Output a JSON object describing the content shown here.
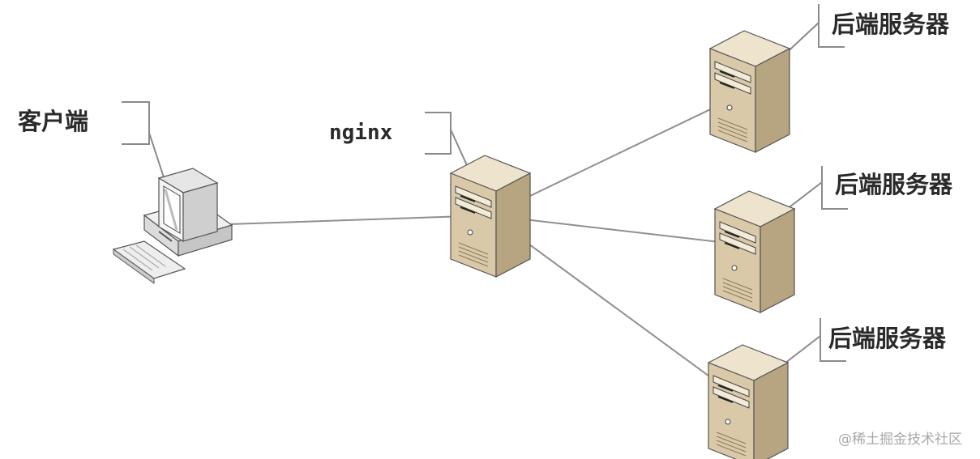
{
  "labels": {
    "client": "客户端",
    "proxy": "nginx",
    "backend_1": "后端服务器",
    "backend_2": "后端服务器",
    "backend_3": "后端服务器"
  },
  "watermark": "@稀土掘金技术社区",
  "colors": {
    "server_front": "#d8c8a8",
    "server_side": "#b8a582",
    "server_top": "#eee3cd",
    "line": "#8f8f8f",
    "monitor_screen": "#f2f2f2",
    "text": "#2a2a2a"
  },
  "icons": {
    "client": "desktop-computer-icon",
    "proxy": "server-tower-icon",
    "backends": "server-tower-icon"
  }
}
